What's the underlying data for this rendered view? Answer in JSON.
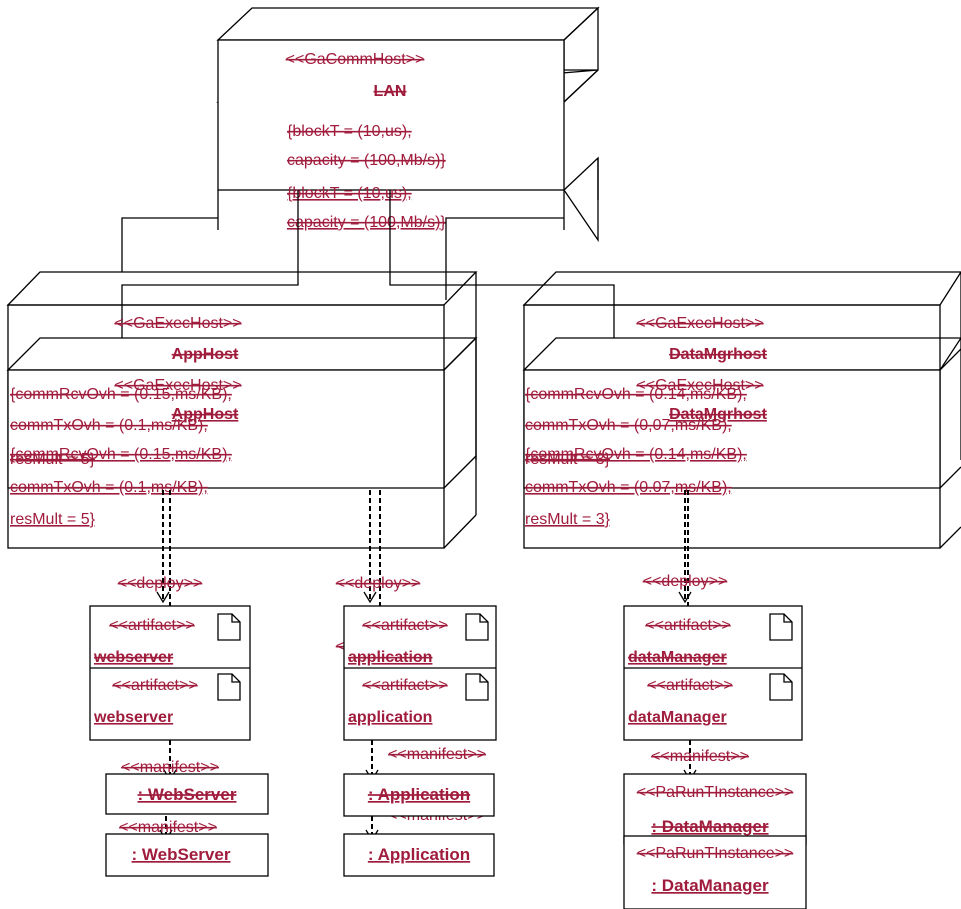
{
  "lan": {
    "stereotype": "<<GaCommHost>>",
    "name": "LAN",
    "attr1": "{blockT = (10,us),",
    "attr2": "capacity = (100,Mb/s)}",
    "attr1_ghost": "{blockT = (10,us),",
    "attr2_ghost": "capacity = (100,Mb/s)}"
  },
  "apphost": {
    "stereotype": "<<GaExecHost>>",
    "name": "AppHost",
    "stereotype_ghost": "<<GaExecHost>>",
    "name_ghost": "AppHost",
    "attr1": "{commRcvOvh = (0.15,ms/KB),",
    "attr2": "commTxOvh = (0.1,ms/KB),",
    "attr3": "resMult = 5}",
    "attr1_ghost": "{commRcvOvh = (0.15,ms/KB),",
    "attr2_ghost": "commTxOvh = (0.1,ms/KB),",
    "attr3_ghost": "resMult = 5}"
  },
  "datamgrhost": {
    "stereotype": "<<GaExecHost>>",
    "name": "DataMgrhost",
    "stereotype_ghost": "<<GaExecHost>>",
    "name_ghost": "DataMgrhost",
    "attr1": "{commRcvOvh = (0.14,ms/KB),",
    "attr2": "commTxOvh = (0,07,ms/KB),",
    "attr3": "resMult = 3}",
    "attr1_ghost": "{commRcvOvh = (0.14,ms/KB),",
    "attr2_ghost": "commTxOvh = (0.07,ms/KB),",
    "attr3_ghost": "resMult = 3}"
  },
  "deploy_label": "<<deploy>>",
  "artifact_label": "<<artifact>>",
  "manifest_label": "<<manifest>>",
  "instance_stereotype": "<<PaRunTInstance>>",
  "artifacts": {
    "webserver": "webserver",
    "application": "application",
    "datamanager": "dataManager"
  },
  "instances": {
    "webserver": ": WebServer",
    "application": ": Application",
    "datamanager": ": DataManager"
  }
}
